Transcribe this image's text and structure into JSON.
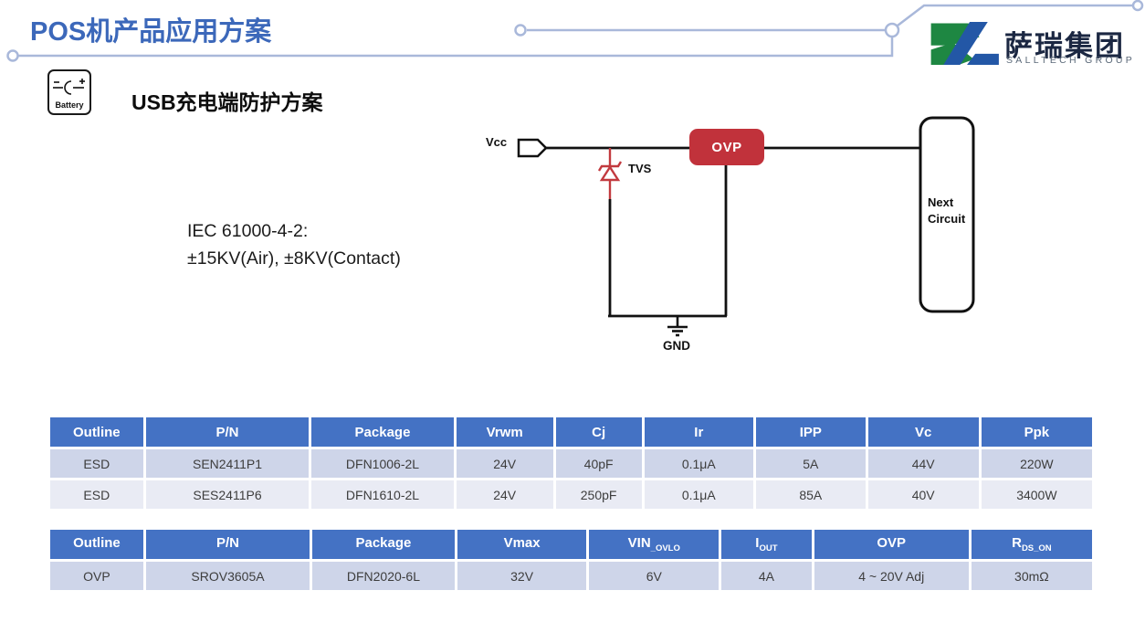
{
  "header": {
    "title": "POS机产品应用方案",
    "logo": {
      "cn": "萨瑞集团",
      "en": "SALLTECH GROUP"
    }
  },
  "section": {
    "icon_label": "Battery",
    "subtitle": "USB充电端防护方案"
  },
  "standard_note": {
    "line1": "IEC 61000-4-2:",
    "line2": "±15KV(Air), ±8KV(Contact)"
  },
  "circuit": {
    "vcc_label": "Vcc",
    "tvs_label": "TVS",
    "ovp_label": "OVP",
    "gnd_label": "GND",
    "next_circuit_label": "Next\nCircuit"
  },
  "colors": {
    "title_blue": "#3C68BA",
    "decor_line": "#A9B8DA",
    "table_header_bg": "#4472C4",
    "row_band_1": "#CED5E9",
    "row_band_2": "#E9EBF4",
    "ovp_red": "#C1323B",
    "tvs_red": "#C23A3F",
    "logo_green": "#1E8742",
    "logo_blue": "#2357A6"
  },
  "esd_table": {
    "headers": [
      "Outline",
      "P/N",
      "Package",
      "Vrwm",
      "Cj",
      "Ir",
      "IPP",
      "Vc",
      "Ppk"
    ],
    "rows": [
      [
        "ESD",
        "SEN2411P1",
        "DFN1006-2L",
        "24V",
        "40pF",
        "0.1μA",
        "5A",
        "44V",
        "220W"
      ],
      [
        "ESD",
        "SES2411P6",
        "DFN1610-2L",
        "24V",
        "250pF",
        "0.1μA",
        "85A",
        "40V",
        "3400W"
      ]
    ]
  },
  "ovp_table": {
    "headers": [
      {
        "base": "Outline",
        "sub": ""
      },
      {
        "base": "P/N",
        "sub": ""
      },
      {
        "base": "Package",
        "sub": ""
      },
      {
        "base": "Vmax",
        "sub": ""
      },
      {
        "base": "VIN",
        "sub": "_OVLO"
      },
      {
        "base": "I",
        "sub": "OUT"
      },
      {
        "base": "OVP",
        "sub": ""
      },
      {
        "base": "R",
        "sub": "DS_ON"
      }
    ],
    "rows": [
      [
        "OVP",
        "SROV3605A",
        "DFN2020-6L",
        "32V",
        "6V",
        "4A",
        "4 ~ 20V Adj",
        "30mΩ"
      ]
    ]
  }
}
